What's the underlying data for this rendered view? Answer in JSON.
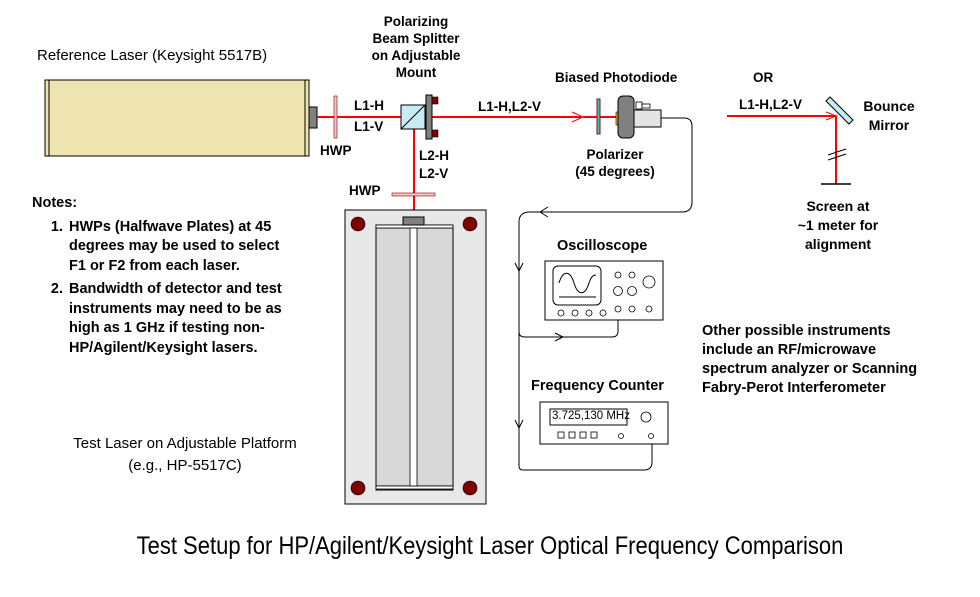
{
  "title": "Test Setup for HP/Agilent/Keysight Laser Optical Frequency Comparison",
  "reference_laser": {
    "label": "Reference Laser (Keysight 5517B)"
  },
  "test_laser": {
    "label_line1": "Test Laser on Adjustable Platform",
    "label_line2": "(e.g., HP-5517C)"
  },
  "hwp_ref": {
    "label": "HWP"
  },
  "hwp_test": {
    "label": "HWP"
  },
  "beam_labels": {
    "ref_h": "L1-H",
    "ref_v": "L1-V",
    "test_h": "L2-H",
    "test_v": "L2-V",
    "combined": "L1-H,L2-V",
    "combined_alt": "L1-H,L2-V"
  },
  "beam_splitter": {
    "label_lines": [
      "Polarizing",
      "Beam Splitter",
      "on Adjustable",
      "Mount"
    ]
  },
  "photodiode": {
    "label": "Biased Photodiode"
  },
  "polarizer": {
    "label_line1": "Polarizer",
    "label_line2": "(45 degrees)"
  },
  "alternative": {
    "or_label": "OR"
  },
  "bounce_mirror": {
    "label_line1": "Bounce",
    "label_line2": "Mirror"
  },
  "screen": {
    "label_lines": [
      "Screen at",
      "~1 meter for",
      "alignment"
    ]
  },
  "oscilloscope": {
    "label": "Oscilloscope"
  },
  "frequency_counter": {
    "label": "Frequency Counter",
    "display": "3.725,130 MHz"
  },
  "other_instruments": {
    "lines": [
      "Other possible instruments",
      "include an RF/microwave",
      "spectrum analyzer or Scanning",
      "Fabry-Perot Interferometer"
    ]
  },
  "notes": {
    "heading": "Notes:",
    "items": [
      {
        "lines": [
          "HWPs (Halfwave Plates) at 45",
          "degrees may be used to select",
          "F1 or F2 from each laser."
        ]
      },
      {
        "lines": [
          "Bandwidth of detector and test",
          "instruments may need to be as",
          "high as 1 GHz if testing non-",
          "HP/Agilent/Keysight lasers."
        ]
      }
    ]
  },
  "colors": {
    "beam": "#ff0000",
    "laser_body": "#eee4b0",
    "platform": "#e8e8e8",
    "platform_tube": "#d8d8d8",
    "bolt": "#800000",
    "splitter_cube": "#c8ecf4",
    "hwp": "#f0c8c8",
    "polarizer_fill": "#40d060",
    "polarizer_edge": "#800080",
    "detector_gray": "#808080",
    "detector_light": "#e4e4e4",
    "detector_window": "#e8c040"
  }
}
